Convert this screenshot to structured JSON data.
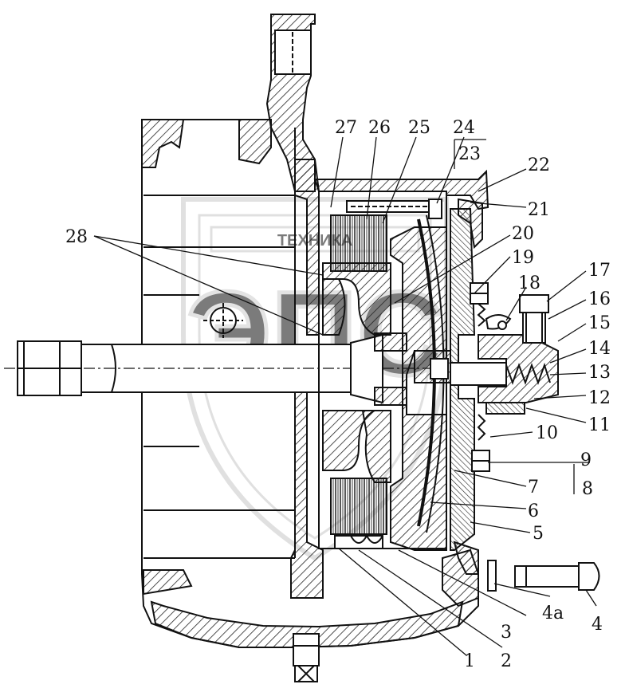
{
  "watermark": {
    "text": "ТЕХНИКА",
    "logo": "ЭПС"
  },
  "callouts": {
    "c1": "1",
    "c2": "2",
    "c3": "3",
    "c4": "4",
    "c4a": "4а",
    "c5": "5",
    "c6": "6",
    "c7": "7",
    "c8": "8",
    "c9": "9",
    "c10": "10",
    "c11": "11",
    "c12": "12",
    "c13": "13",
    "c14": "14",
    "c15": "15",
    "c16": "16",
    "c17": "17",
    "c18": "18",
    "c19": "19",
    "c20": "20",
    "c21": "21",
    "c22": "22",
    "c23": "23",
    "c24": "24",
    "c25": "25",
    "c26": "26",
    "c27": "27",
    "c28": "28"
  },
  "colors": {
    "line": "#111111",
    "hatch": "#222222",
    "watermark": "#c8c8c8"
  }
}
